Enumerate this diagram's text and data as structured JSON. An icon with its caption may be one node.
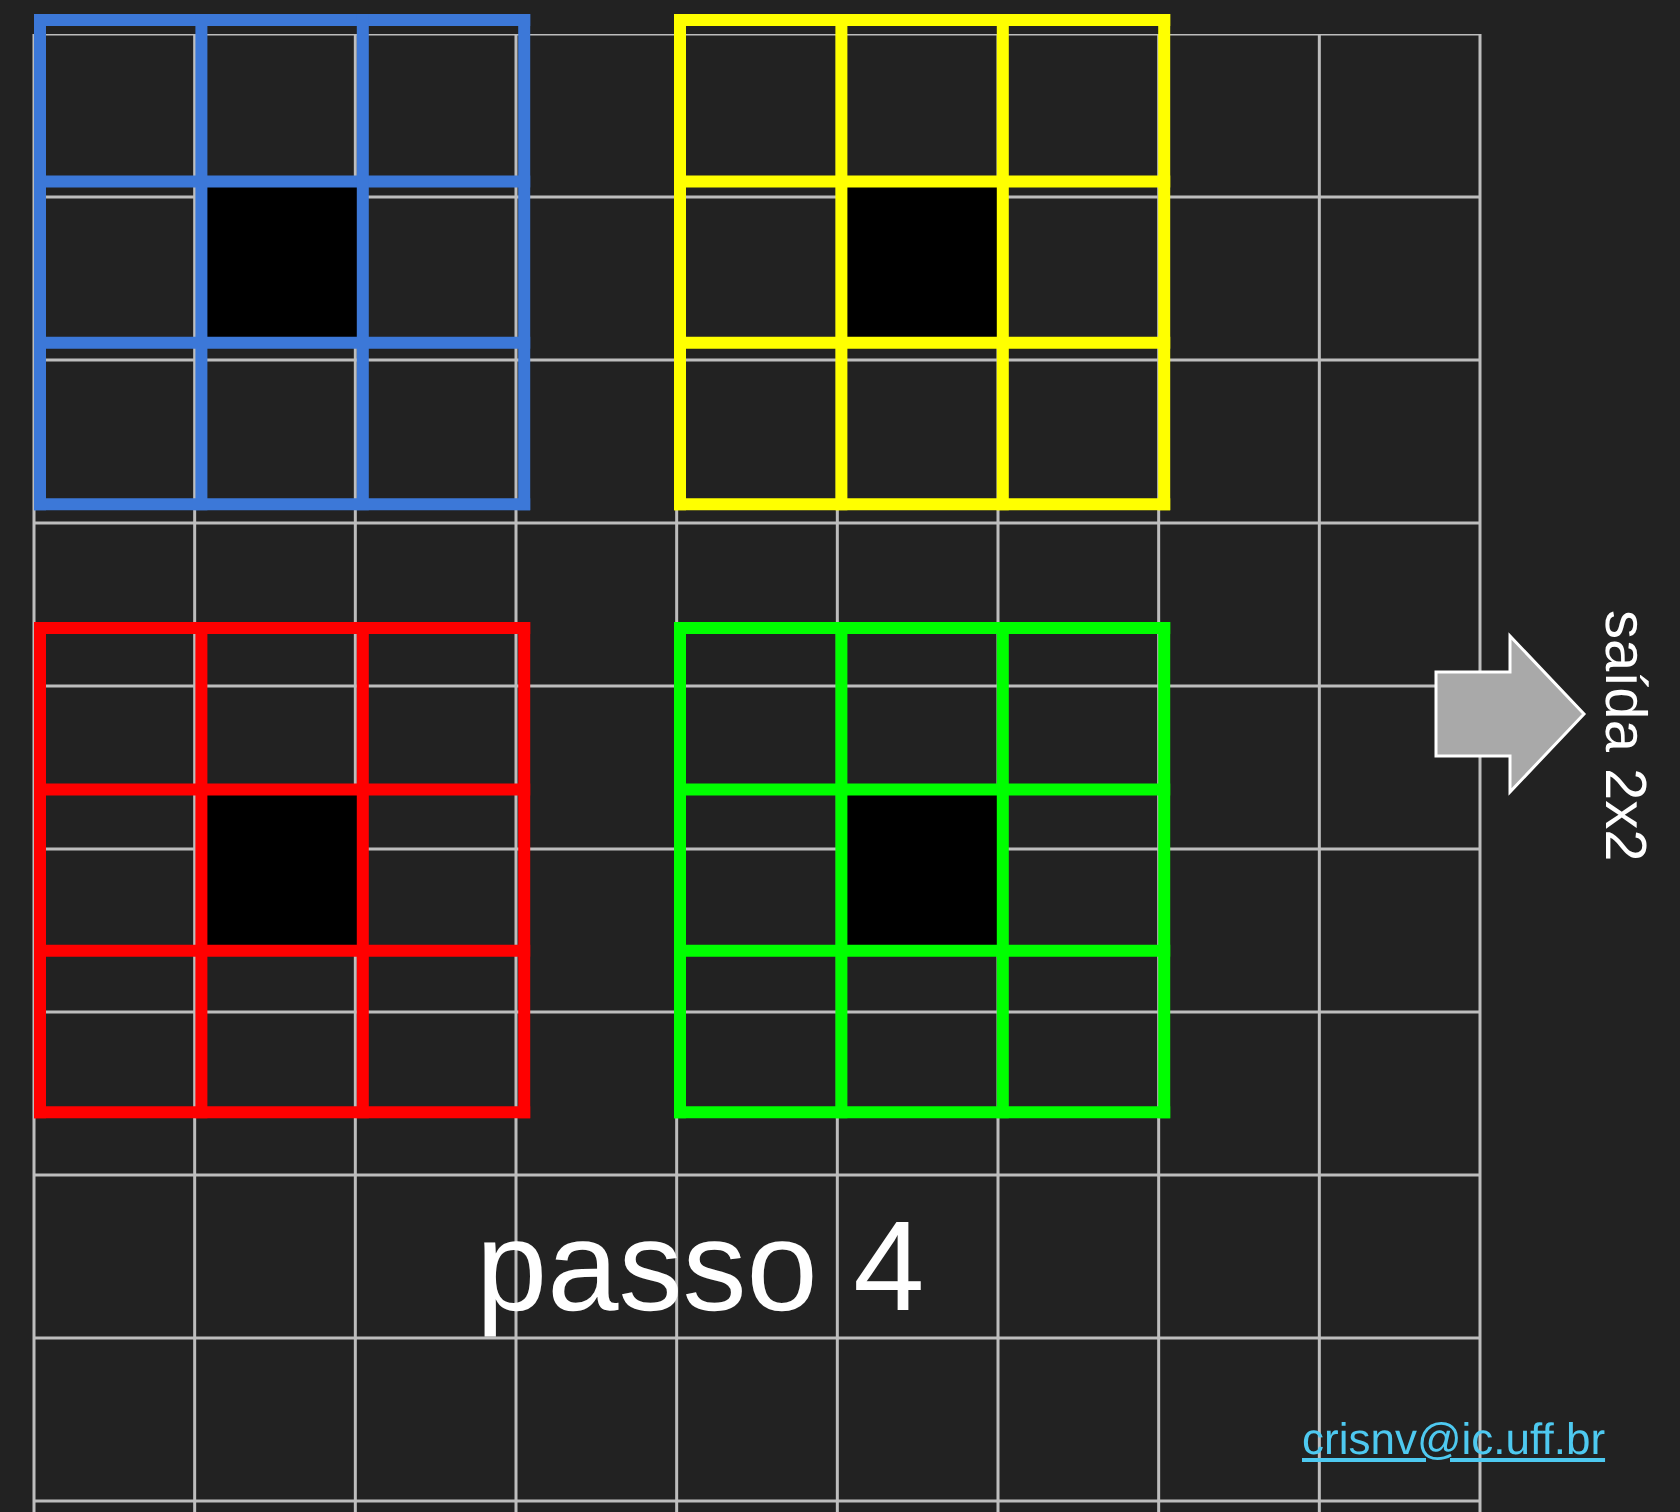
{
  "diagram": {
    "nodes": [
      {
        "text": [],
        "shape": "box"
      },
      {
        "text": [
          "saída 2x2"
        ]
      }
    ],
    "edges": [
      {
        "from": 0,
        "to": 1,
        "arrow": "to"
      }
    ],
    "labels": [
      "passo 4",
      "crisnv@ic.uff.br"
    ]
  }
}
